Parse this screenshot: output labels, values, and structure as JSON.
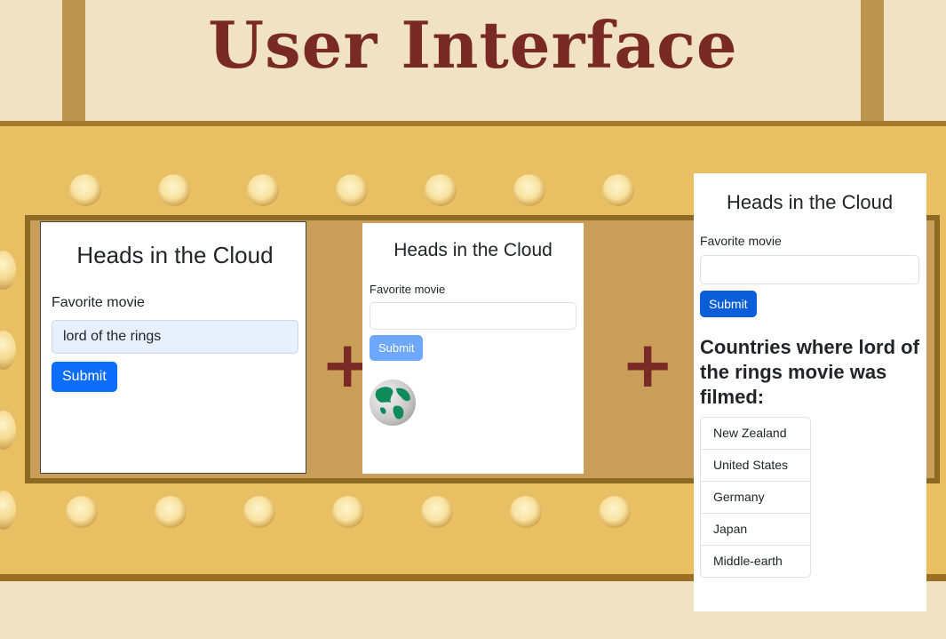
{
  "slide": {
    "title": "User Interface",
    "operator_symbol": "+"
  },
  "panel_empty": {
    "title": "Heads in the Cloud",
    "label": "Favorite movie",
    "input_value": "lord of the rings",
    "submit_label": "Submit"
  },
  "panel_loading": {
    "title": "Heads in the Cloud",
    "label": "Favorite movie",
    "input_value": "",
    "submit_label": "Submit",
    "loading_icon": "globe-icon"
  },
  "panel_result": {
    "title": "Heads in the Cloud",
    "label": "Favorite movie",
    "input_value": "",
    "submit_label": "Submit",
    "result_heading": "Countries where lord of the rings movie was filmed:",
    "countries": [
      "New Zealand",
      "United States",
      "Germany",
      "Japan",
      "Middle-earth"
    ]
  },
  "colors": {
    "title": "#7a2a24",
    "primary_button": "#0d6efd",
    "disabled_button": "#6ea8fe"
  }
}
